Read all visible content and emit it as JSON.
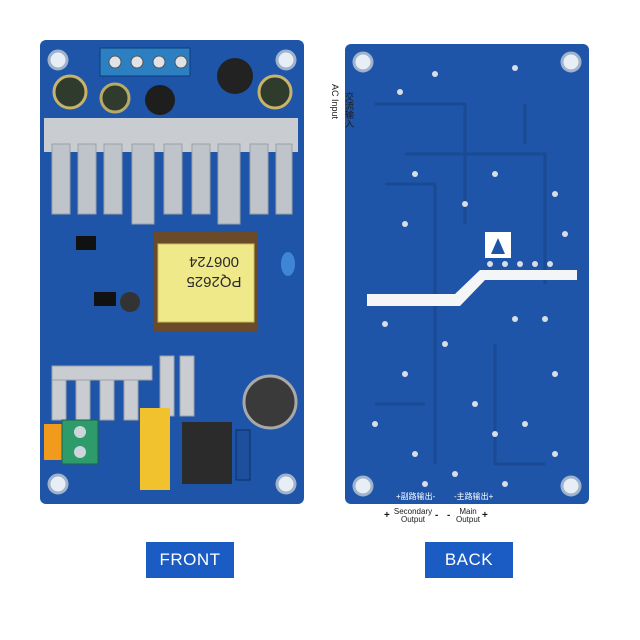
{
  "front": {
    "button_label": "FRONT",
    "transformer_text": [
      "PQ2625",
      "006724"
    ]
  },
  "back": {
    "button_label": "BACK",
    "ac_input_cn": "交流输入",
    "ac_input_en": "AC Input",
    "secondary_cn": "+副路输出-",
    "main_cn": "-主路输出+",
    "secondary_en": [
      "Secondary",
      "Output"
    ],
    "main_en": [
      "Main",
      "Output"
    ],
    "plus": "+",
    "minus": "-"
  },
  "colors": {
    "pcb_blue": "#1f55a8",
    "button_blue": "#1a5bc4",
    "heatsink": "#c9cdd2",
    "transformer": "#f0e98a"
  }
}
